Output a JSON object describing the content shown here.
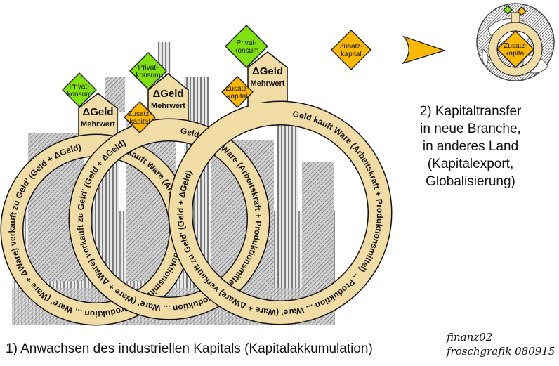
{
  "colors": {
    "ring_fill": "#F0DCA4",
    "ring_stroke": "#111111",
    "privatkonsum_fill": "#80E010",
    "zusatzkapital_fill": "#FBB800",
    "arrow_fill": "#FBB800",
    "factory_dark": "#6e6e6e",
    "factory_light": "#d8d8d8"
  },
  "cycles": [
    {
      "id": "cycle-1",
      "tab_title": "ΔGeld",
      "tab_subtitle": "Mehrwert",
      "ring_text": "Geld kauft Ware (Arbeitskraft + Produktionsmittel) ... Produktion ... Ware' (Ware + ΔWare) verkauft zu Geld' (Geld + ΔGeld)",
      "privatkonsum": "Privat-\nkonsum",
      "zusatzkapital": "Zusatz-\nkapital"
    },
    {
      "id": "cycle-2",
      "tab_title": "ΔGeld",
      "tab_subtitle": "Mehrwert",
      "ring_text": "Geld kauft Ware (Arbeitskraft + Produktionsmittel) ... Produktion ... Ware' (Ware + ΔWare) verkauft zu Geld' (Geld + ΔGeld)",
      "privatkonsum": "Privat-\nkonsum",
      "zusatzkapital": "Zusatz-\nkapital"
    },
    {
      "id": "cycle-3",
      "tab_title": "ΔGeld",
      "tab_subtitle": "Mehrwert",
      "ring_text": "Geld kauft Ware (Arbeitskraft + Produktionsmittel) ... Produktion ... Ware' (Ware + ΔWare) verkauft zu Geld' (Geld + ΔGeld)",
      "privatkonsum": "Privat-\nkonsum",
      "zusatzkapital": "Zusatz-\nkapital"
    }
  ],
  "transfer": {
    "moving_capital_label": "Zusatz-\nkapital",
    "globe_capital_label": "Zusatz-\nkapital"
  },
  "captions": {
    "caption1": "1) Anwachsen des industriellen Kapitals (Kapitalakkumulation)",
    "caption2_lines": [
      "2) Kapitaltransfer",
      "in neue Branche,",
      "in anderes Land",
      "(Kapitalexport,",
      "Globalisierung)"
    ]
  },
  "signature": {
    "line1": "finanz02",
    "line2": "froschgrafik 080915"
  }
}
